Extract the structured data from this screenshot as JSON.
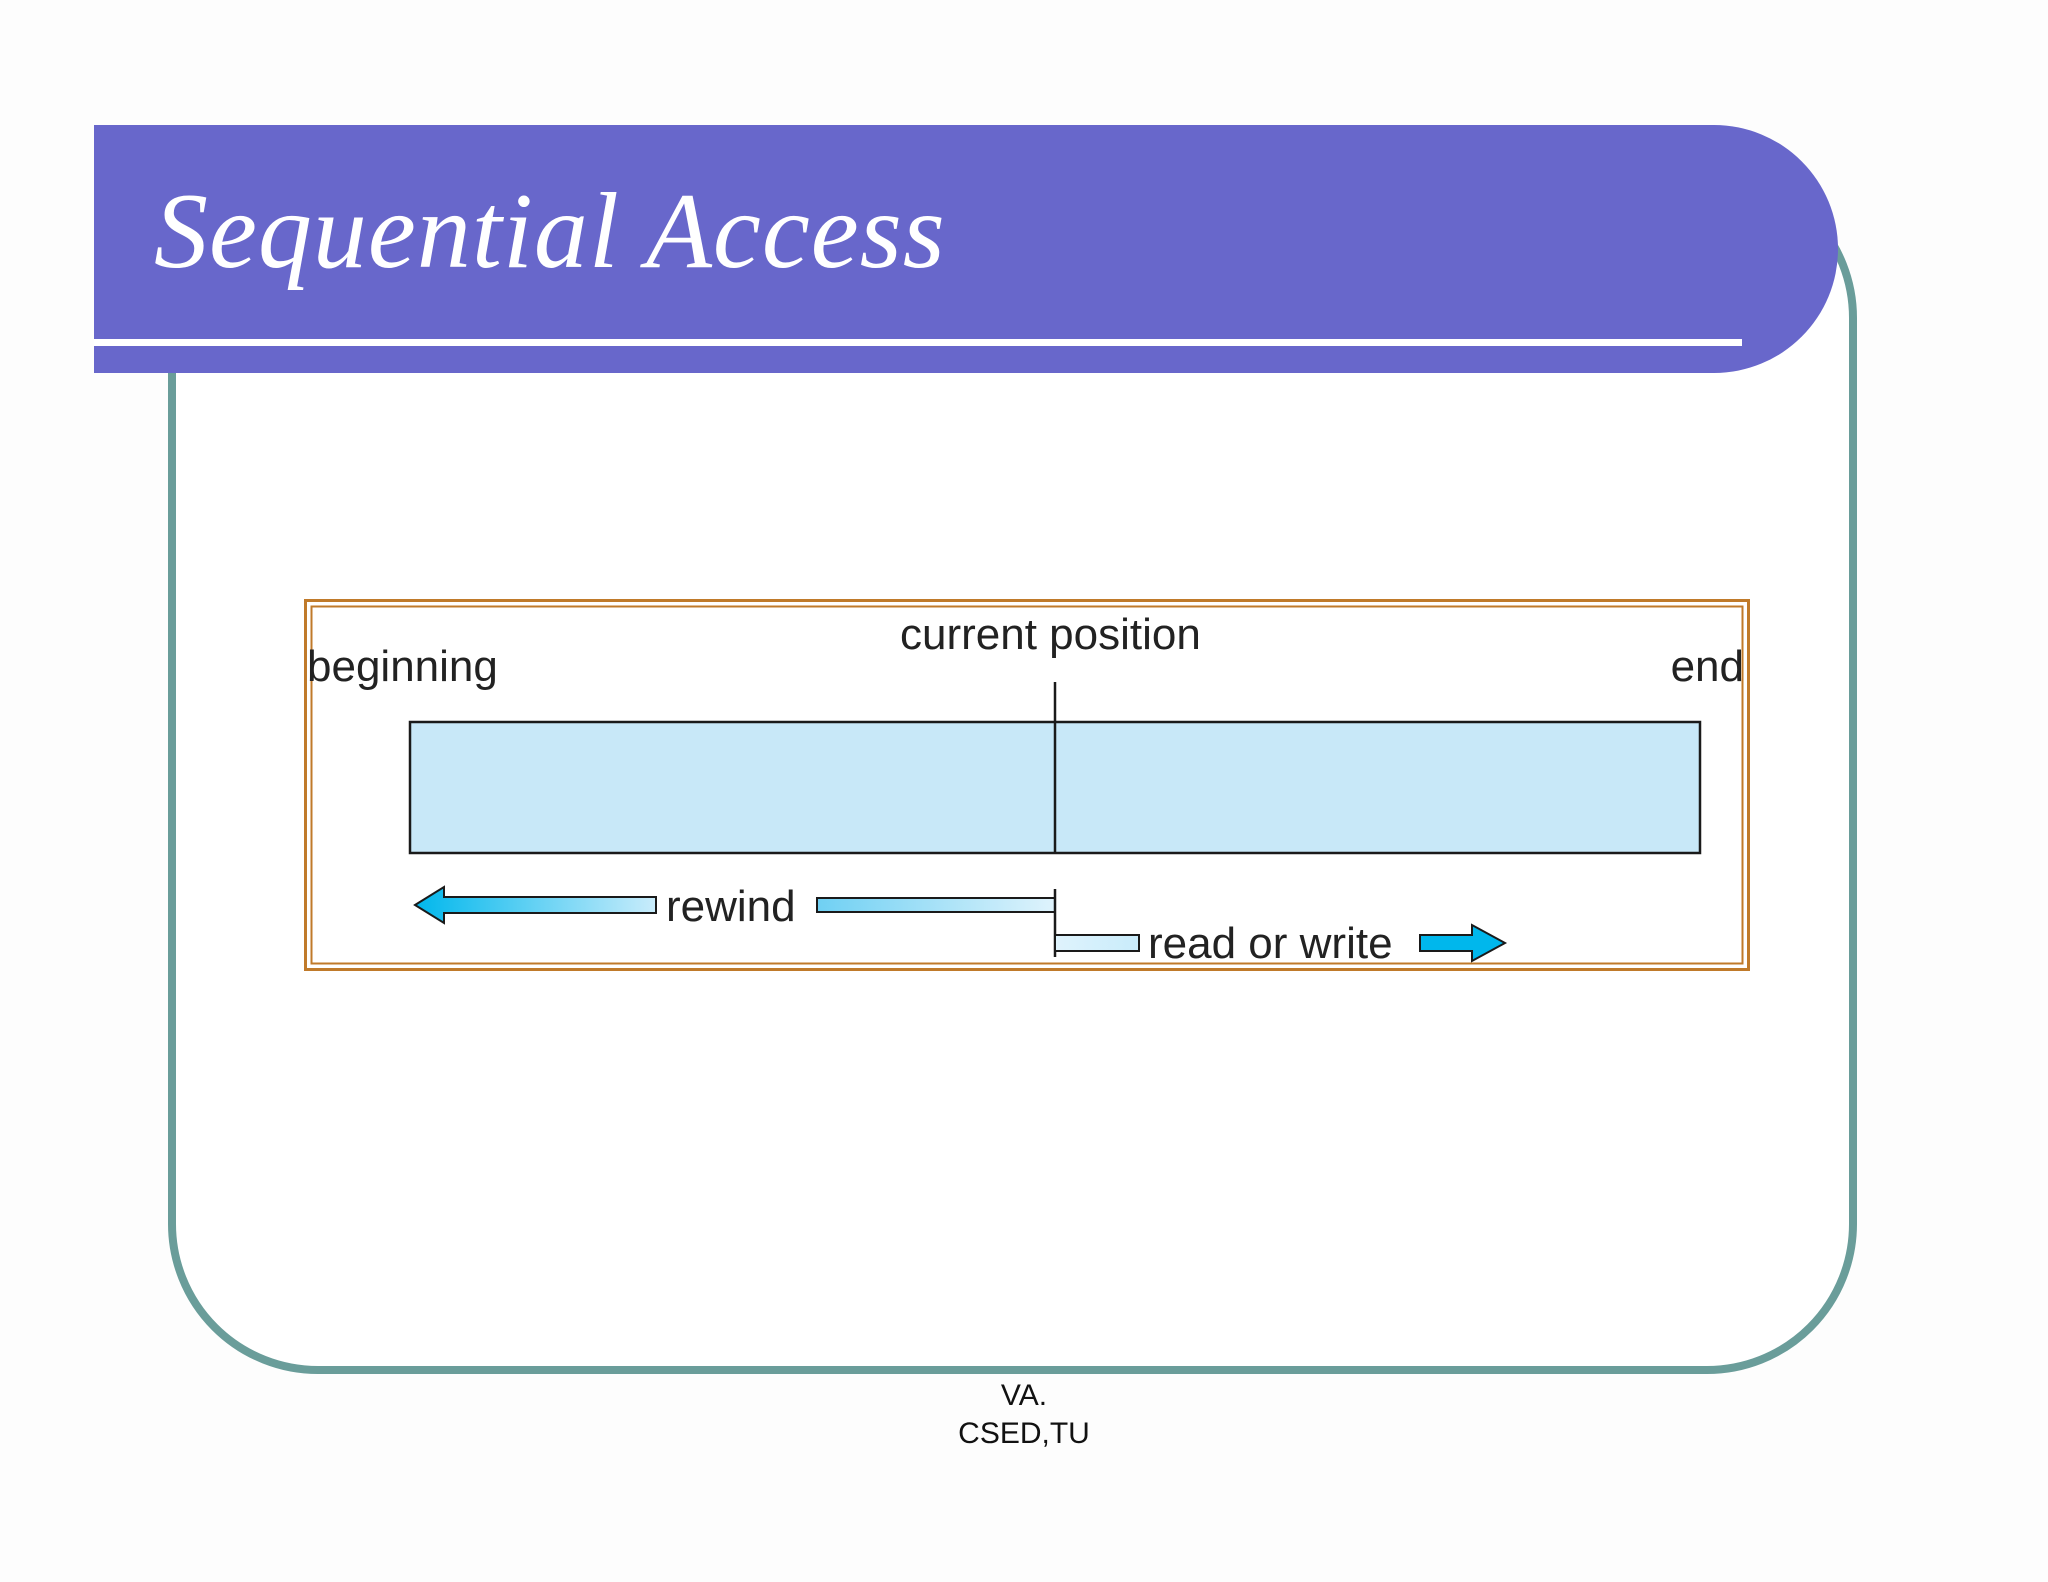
{
  "slide": {
    "title": "Sequential Access",
    "footer_line1": "VA.",
    "footer_line2": "CSED,TU"
  },
  "diagram": {
    "labels": {
      "beginning": "beginning",
      "end": "end",
      "current_position": "current position",
      "rewind": "rewind",
      "read_or_write": "read or write"
    },
    "colors": {
      "title_bar": "#6867cb",
      "frame_border": "#6a9d9a",
      "figure_border": "#c07a2a",
      "tape_fill": "#c8e8f8",
      "arrow_fill": "#00b7ec"
    }
  }
}
